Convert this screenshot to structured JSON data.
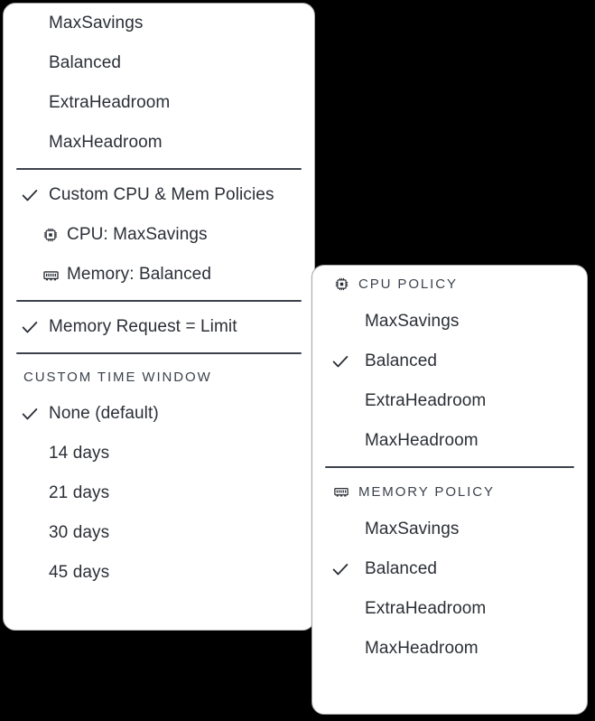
{
  "background_color": "#000000",
  "panel_background": "#ffffff",
  "text_color": "#2b2f36",
  "divider_color": "#3c424c",
  "main_menu": {
    "policy_presets": [
      {
        "label": "MaxSavings",
        "checked": false
      },
      {
        "label": "Balanced",
        "checked": false
      },
      {
        "label": "ExtraHeadroom",
        "checked": false
      },
      {
        "label": "MaxHeadroom",
        "checked": false
      }
    ],
    "custom_policies": {
      "toggle": {
        "label": "Custom CPU & Mem Policies",
        "checked": true
      },
      "cpu": {
        "label": "CPU: MaxSavings",
        "icon": "cpu-chip-icon"
      },
      "memory": {
        "label": "Memory: Balanced",
        "icon": "memory-stick-icon"
      }
    },
    "memory_request": {
      "label": "Memory Request = Limit",
      "checked": true
    },
    "custom_time_window": {
      "header": "Custom Time Window",
      "options": [
        {
          "label": "None (default)",
          "checked": true
        },
        {
          "label": "14 days",
          "checked": false
        },
        {
          "label": "21 days",
          "checked": false
        },
        {
          "label": "30 days",
          "checked": false
        },
        {
          "label": "45 days",
          "checked": false
        }
      ]
    }
  },
  "policy_submenu": {
    "cpu_policy": {
      "header": "CPU Policy",
      "icon": "cpu-chip-icon",
      "options": [
        {
          "label": "MaxSavings",
          "checked": false
        },
        {
          "label": "Balanced",
          "checked": true
        },
        {
          "label": "ExtraHeadroom",
          "checked": false
        },
        {
          "label": "MaxHeadroom",
          "checked": false
        }
      ]
    },
    "memory_policy": {
      "header": "Memory Policy",
      "icon": "memory-stick-icon",
      "options": [
        {
          "label": "MaxSavings",
          "checked": false
        },
        {
          "label": "Balanced",
          "checked": true
        },
        {
          "label": "ExtraHeadroom",
          "checked": false
        },
        {
          "label": "MaxHeadroom",
          "checked": false
        }
      ]
    }
  },
  "icons": {
    "check": "check-icon",
    "cpu": "cpu-chip-icon",
    "memory": "memory-stick-icon"
  }
}
